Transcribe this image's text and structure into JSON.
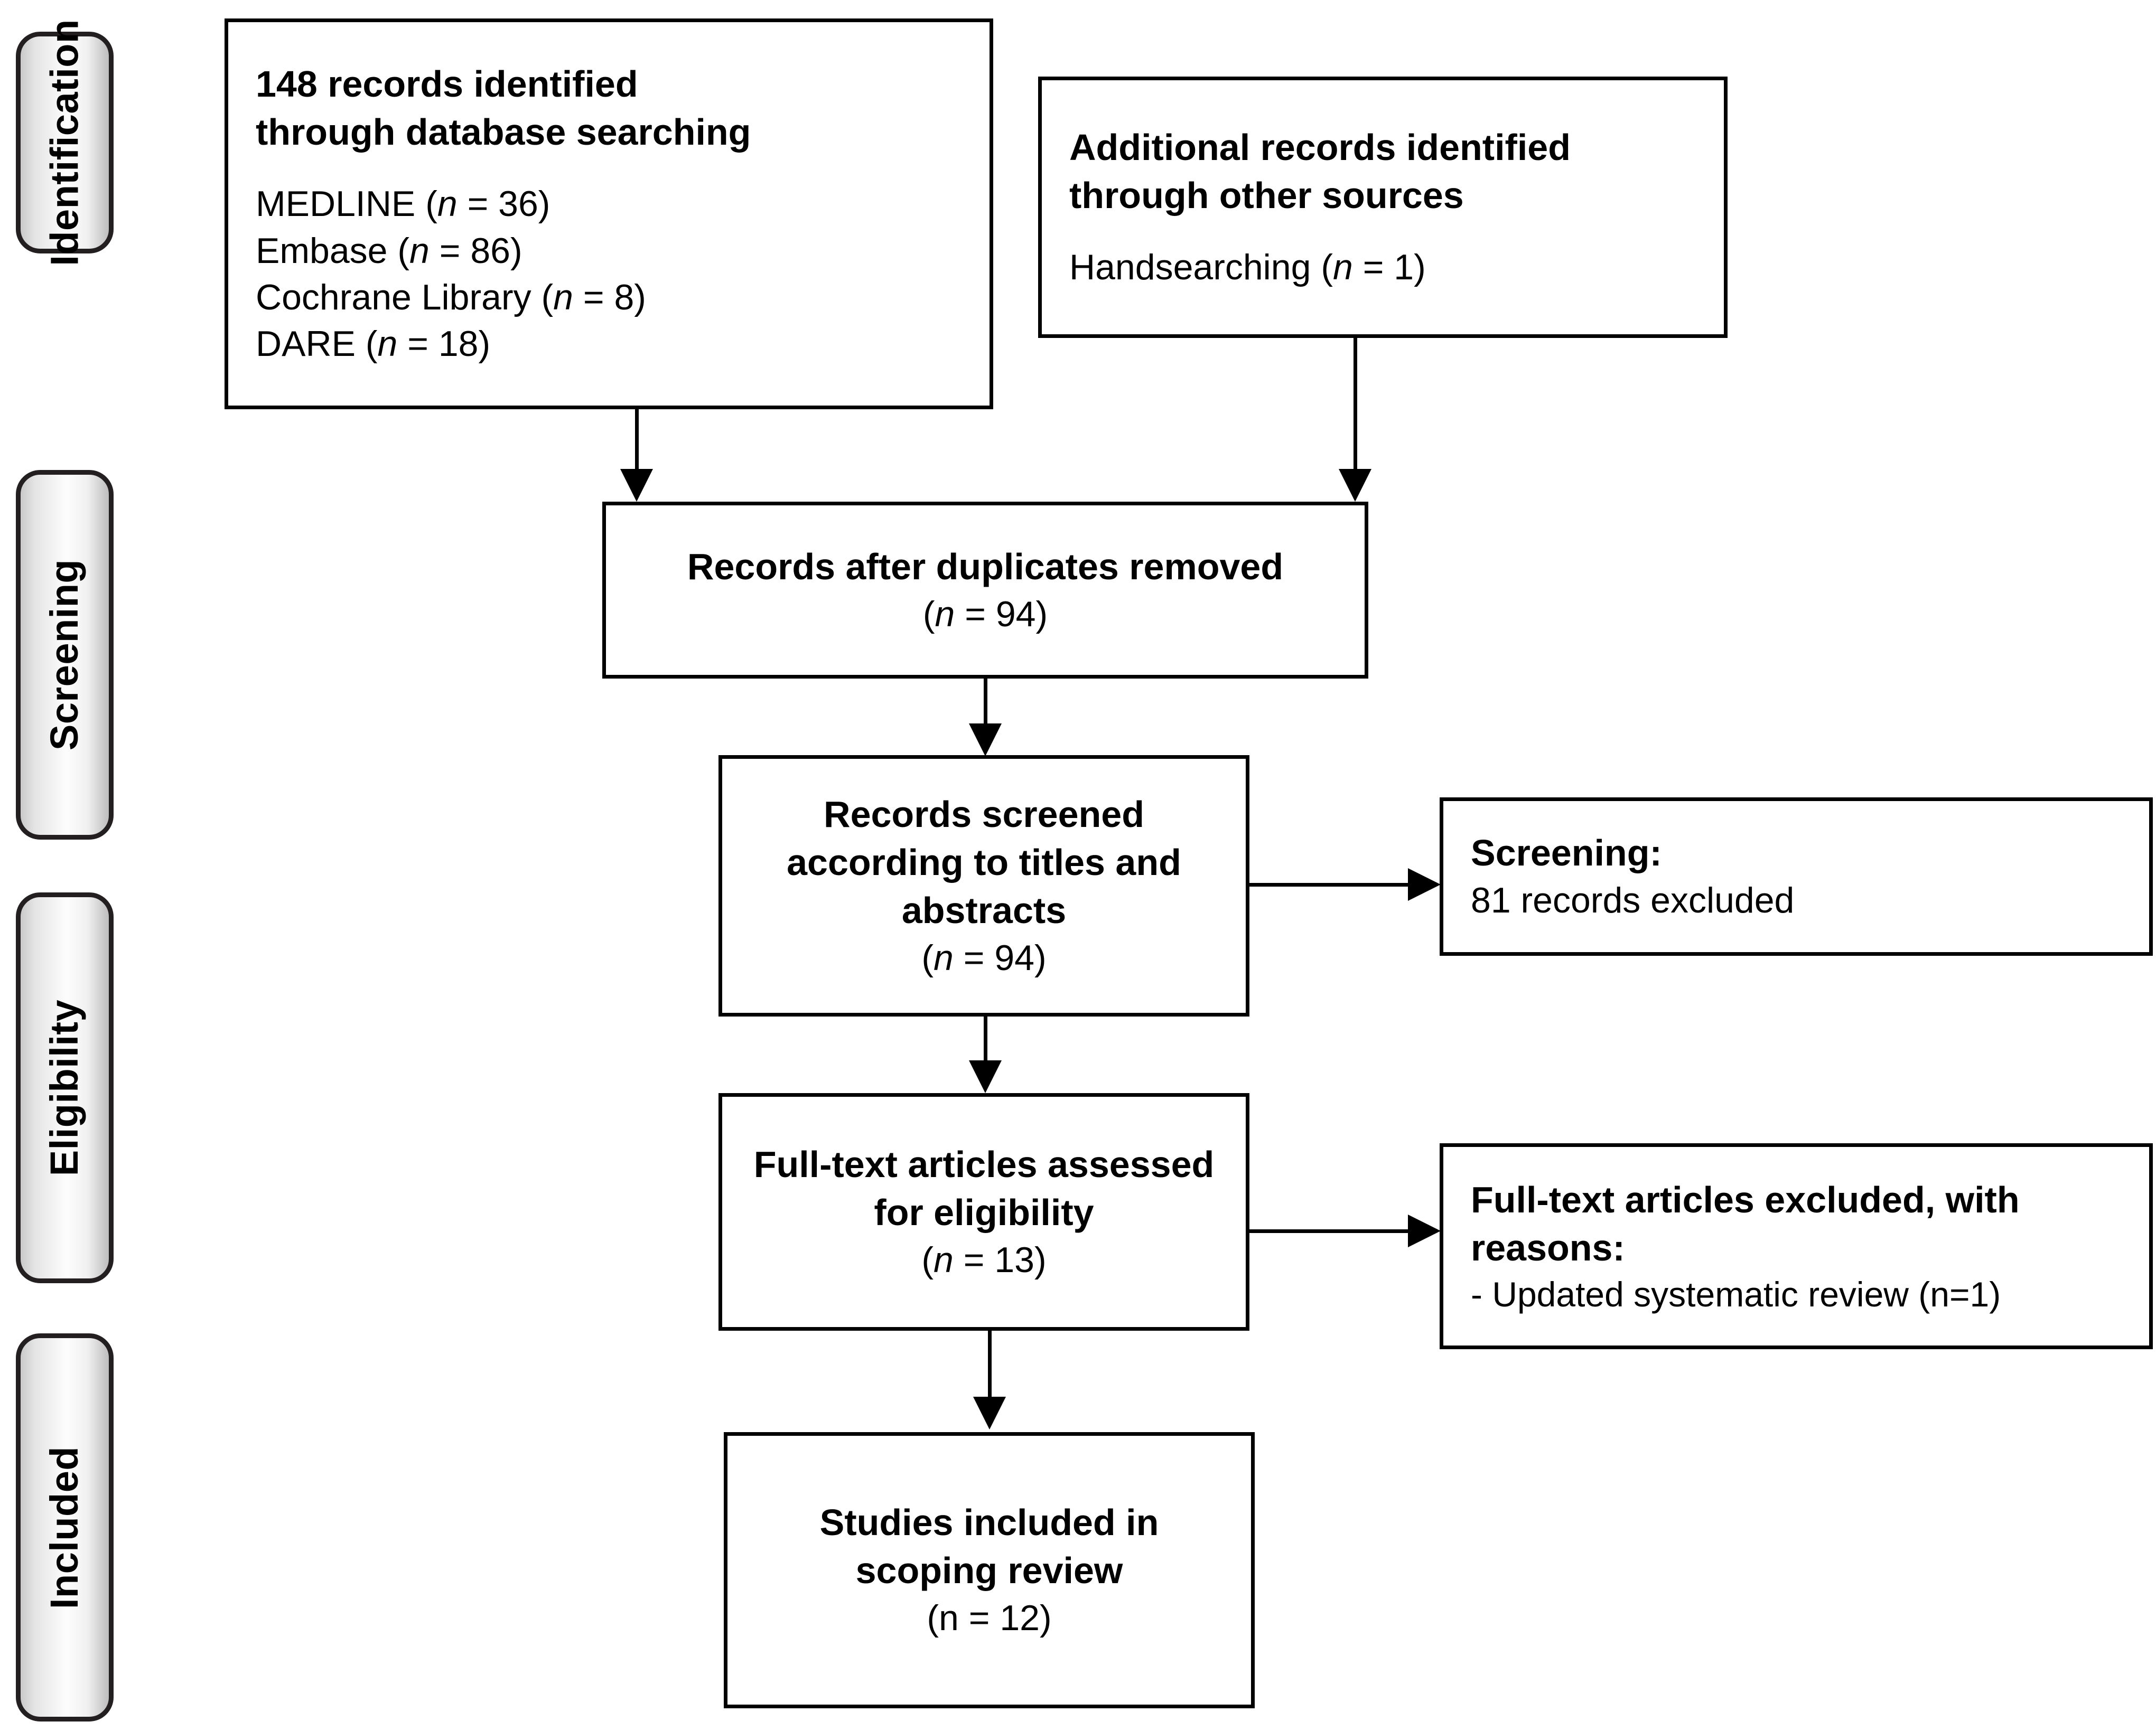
{
  "diagram": {
    "title": "PRISMA scoping review flow diagram",
    "stages": [
      {
        "id": "identification",
        "label": "Identification"
      },
      {
        "id": "screening",
        "label": "Screening"
      },
      {
        "id": "eligibility",
        "label": "Eligibility"
      },
      {
        "id": "included",
        "label": "Included"
      }
    ],
    "boxes": {
      "database_search": {
        "heading_line1": "148 records identified",
        "heading_line2": "through database searching",
        "sources": [
          {
            "name": "MEDLINE",
            "n_prefix": "(",
            "n_label": "n",
            "n_value": " = 36)"
          },
          {
            "name": "Embase",
            "n_prefix": "(",
            "n_label": "n",
            "n_value": " = 86)"
          },
          {
            "name": "Cochrane Library",
            "n_prefix": "(",
            "n_label": "n",
            "n_value": " = 8)"
          },
          {
            "name": "DARE",
            "n_prefix": "(",
            "n_label": "n",
            "n_value": " = 18)"
          }
        ]
      },
      "other_sources": {
        "heading_line1": "Additional records identified",
        "heading_line2": "through other sources",
        "sources": [
          {
            "name": "Handsearching",
            "n_prefix": "(",
            "n_label": "n",
            "n_value": " = 1)"
          }
        ]
      },
      "duplicates_removed": {
        "heading": "Records after duplicates removed",
        "count_prefix": "(",
        "count_label": "n",
        "count_value": " = 94)"
      },
      "records_screened": {
        "heading_line1": "Records screened",
        "heading_line2": "according to titles and",
        "heading_line3": "abstracts",
        "count_prefix": "(",
        "count_label": "n",
        "count_value": " = 94)"
      },
      "screening_excluded": {
        "heading": "Screening:",
        "detail": "81 records excluded"
      },
      "fulltext_assessed": {
        "heading_line1": "Full-text articles assessed",
        "heading_line2": "for eligibility",
        "count_prefix": "(",
        "count_label": "n",
        "count_value": " = 13)"
      },
      "fulltext_excluded": {
        "heading_line1": "Full-text articles excluded, with",
        "heading_line2": "reasons:",
        "reasons": [
          "- Updated systematic review (n=1)"
        ]
      },
      "studies_included": {
        "heading_line1": "Studies included in",
        "heading_line2": "scoping review",
        "count": "(n = 12)"
      }
    },
    "connectors": [
      {
        "id": "database-to-duplicates",
        "type": "arrow-down"
      },
      {
        "id": "othersources-to-duplicates",
        "type": "arrow-down"
      },
      {
        "id": "duplicates-to-screened",
        "type": "arrow-down"
      },
      {
        "id": "screened-to-screening-excluded",
        "type": "arrow-right"
      },
      {
        "id": "screened-to-fulltext",
        "type": "arrow-down"
      },
      {
        "id": "fulltext-to-fulltext-excluded",
        "type": "arrow-right"
      },
      {
        "id": "fulltext-to-included",
        "type": "arrow-down"
      }
    ],
    "colors": {
      "line": "#000000",
      "box_border": "#000000",
      "box_fill": "#ffffff",
      "tab_border": "#231f20",
      "text": "#000000"
    }
  }
}
